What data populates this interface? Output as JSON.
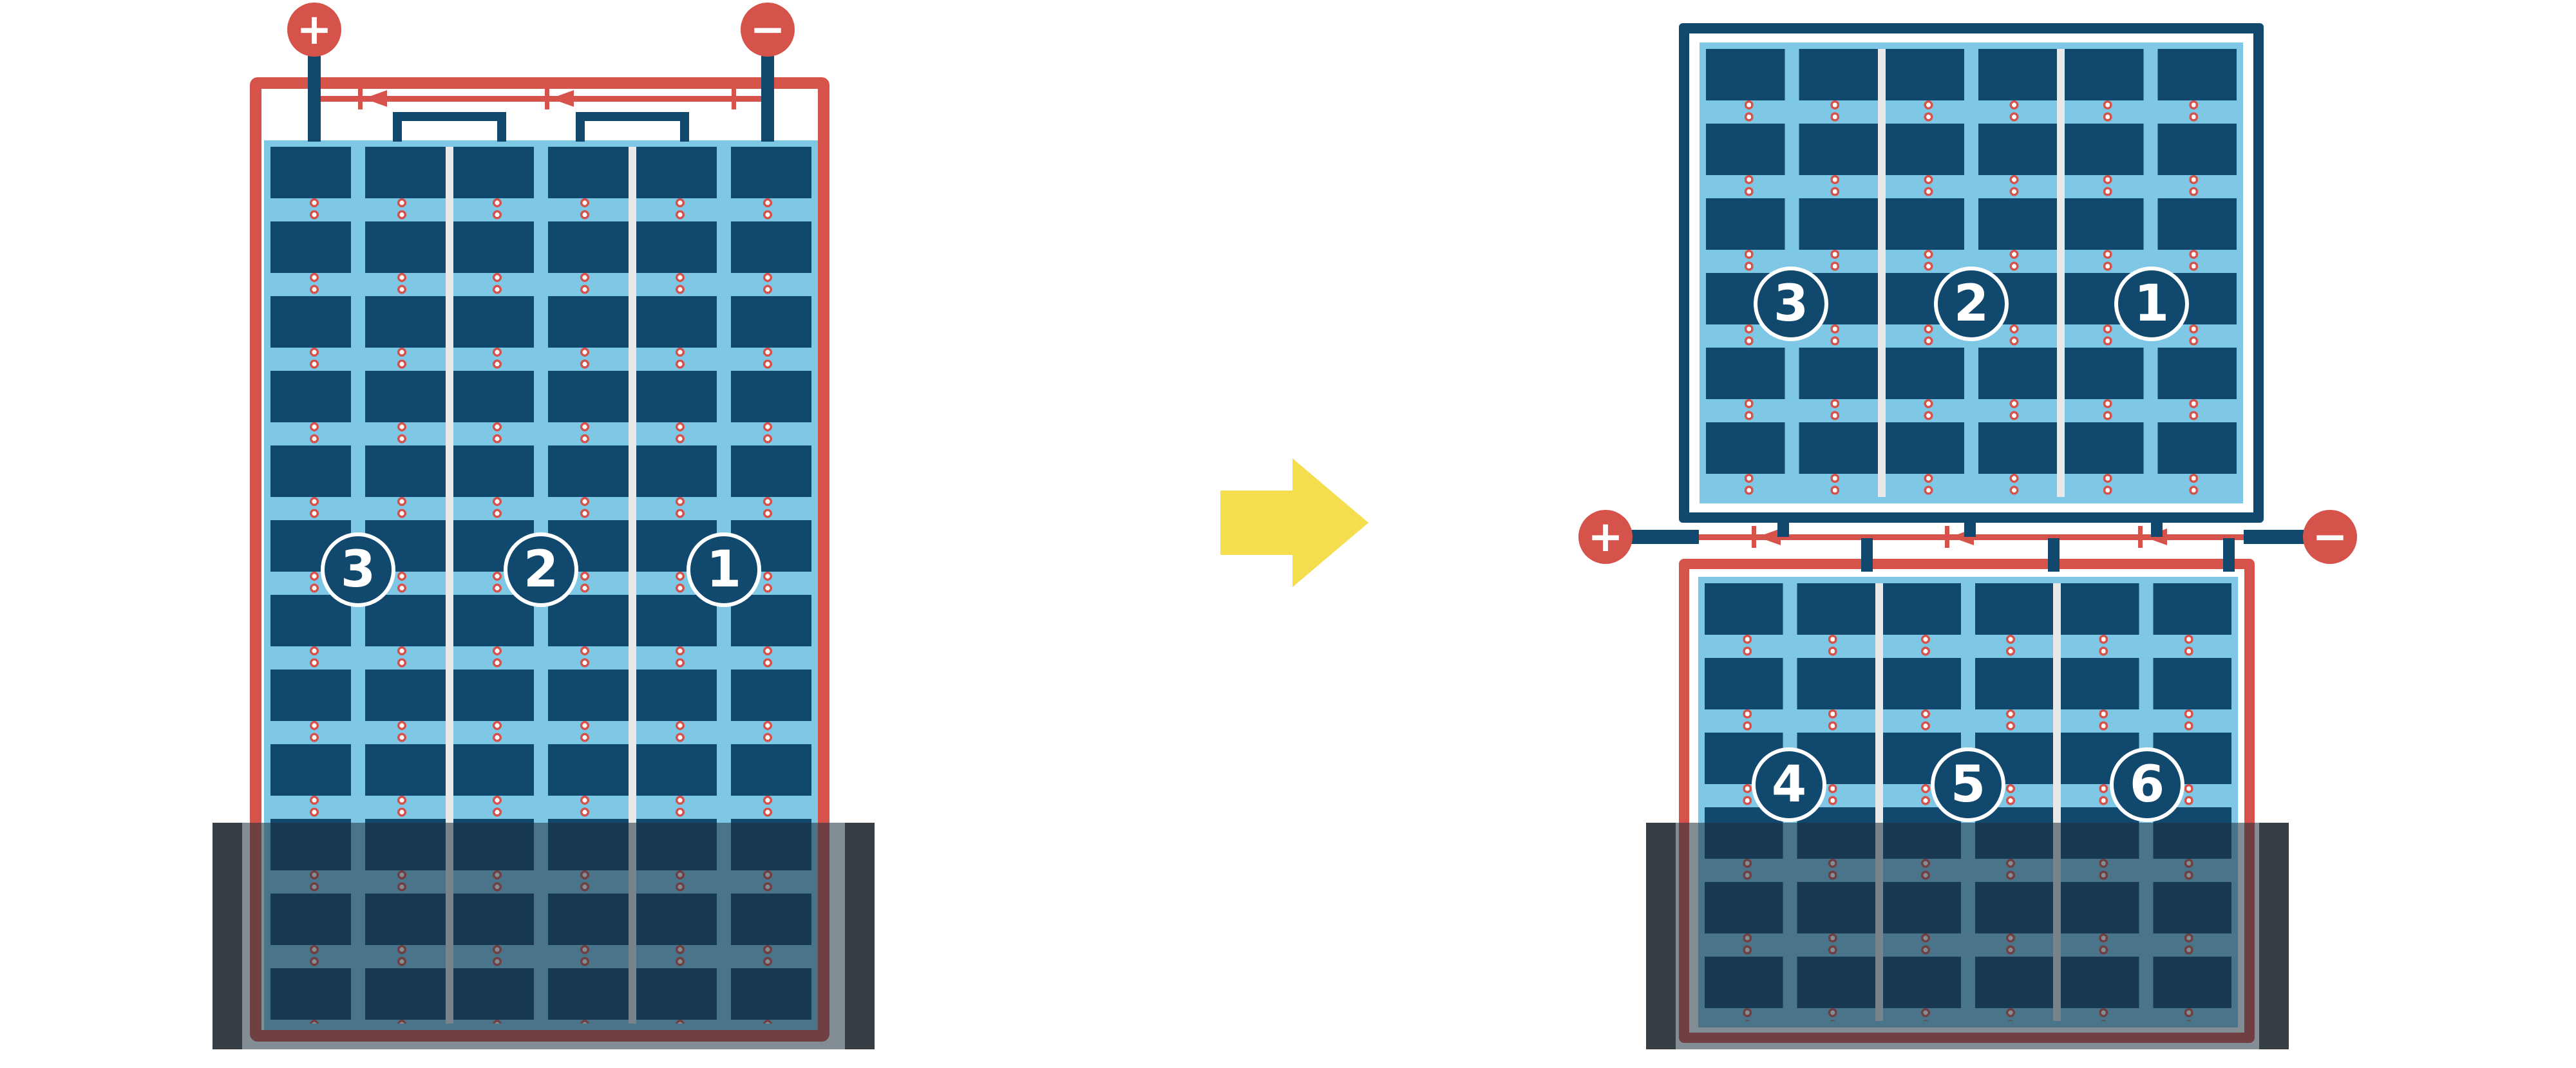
{
  "left_module": {
    "terminals": {
      "plus": "+",
      "minus": "−"
    },
    "strings": [
      {
        "label": "3"
      },
      {
        "label": "2"
      },
      {
        "label": "1"
      }
    ]
  },
  "right_module": {
    "terminals": {
      "plus": "+",
      "minus": "−"
    },
    "top_strings": [
      {
        "label": "3"
      },
      {
        "label": "2"
      },
      {
        "label": "1"
      }
    ],
    "bottom_strings": [
      {
        "label": "4"
      },
      {
        "label": "5"
      },
      {
        "label": "6"
      }
    ]
  },
  "colors": {
    "red": "#D6534B",
    "navy": "#10486E",
    "panel_blue": "#7EC8E6",
    "separator": "#E9E9E9",
    "shade_overlay": "rgba(30,48,60,0.55)",
    "shade_bar": "#383F44",
    "arrow_yellow": "#F5DE4E",
    "background": "#FFFFFF"
  }
}
